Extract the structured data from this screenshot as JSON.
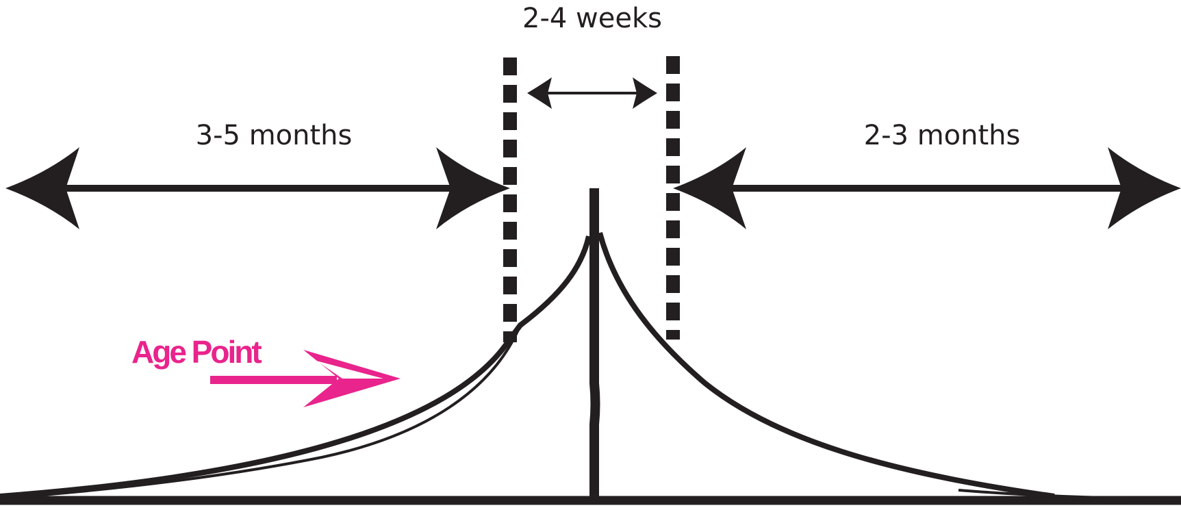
{
  "labels": {
    "center_period": "2-4 weeks",
    "left_period": "3-5 months",
    "right_period": "2-3 months",
    "callout": "Age Point"
  },
  "colors": {
    "ink": "#231f20",
    "accent": "#e9248c",
    "background": "#ffffff"
  }
}
